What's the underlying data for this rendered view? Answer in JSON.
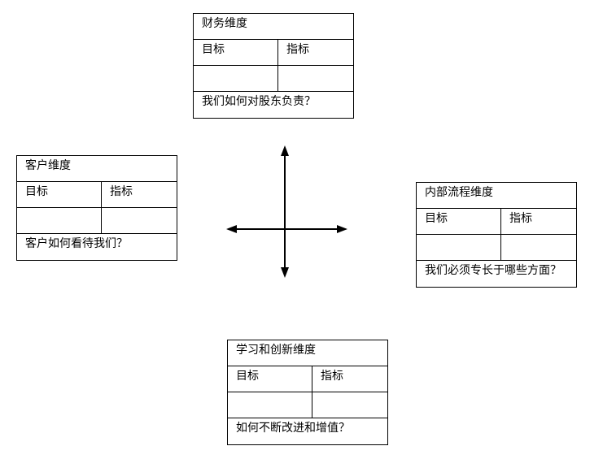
{
  "cards": {
    "finance": {
      "title": "财务维度",
      "col_goal": "目标",
      "col_metric": "指标",
      "question": "我们如何对股东负责？"
    },
    "customer": {
      "title": "客户维度",
      "col_goal": "目标",
      "col_metric": "指标",
      "question": "客户如何看待我们？"
    },
    "process": {
      "title": "内部流程维度",
      "col_goal": "目标",
      "col_metric": "指标",
      "question": "我们必须专长于哪些方面？"
    },
    "learning": {
      "title": "学习和创新维度",
      "col_goal": "目标",
      "col_metric": "指标",
      "question": "如何不断改进和增值？"
    }
  },
  "colors": {
    "line": "#000000",
    "background": "#ffffff"
  },
  "icons": {
    "center": "four-way-arrow-icon"
  }
}
